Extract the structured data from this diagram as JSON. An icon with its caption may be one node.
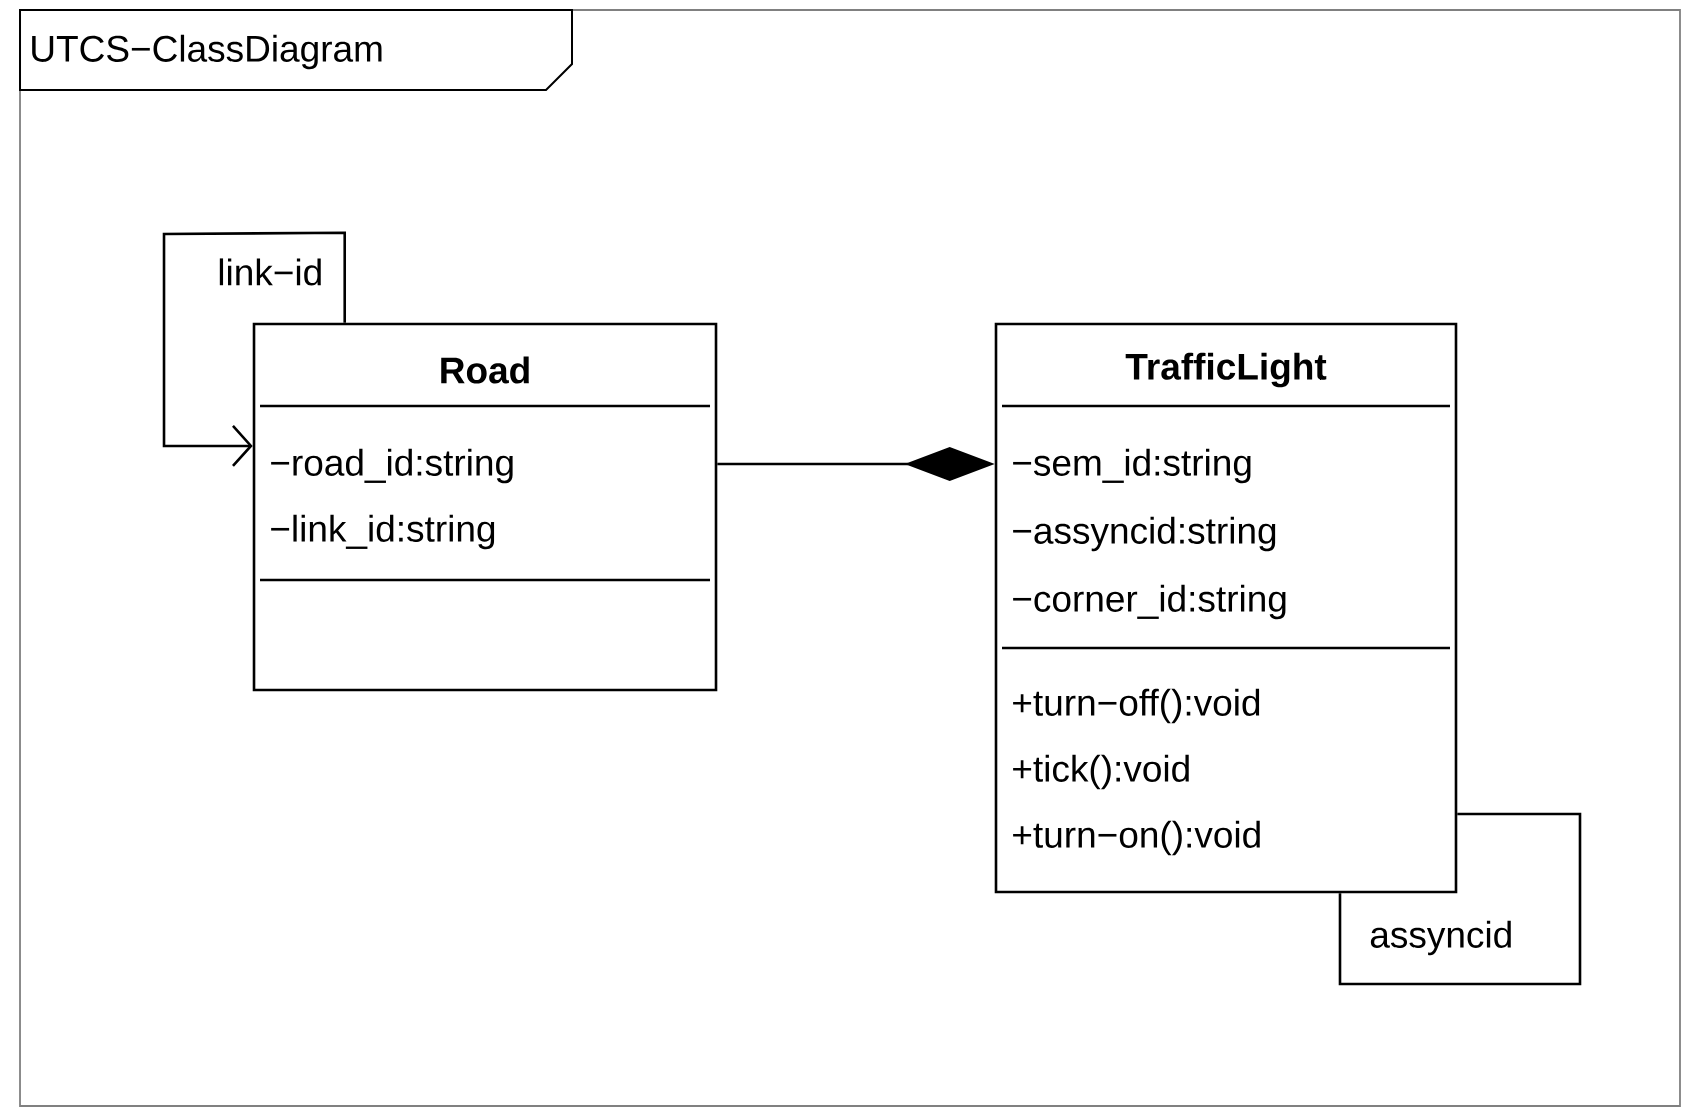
{
  "diagram": {
    "title": "UTCS−ClassDiagram",
    "nodes": [
      {
        "text": [
          "Road",
          "−road_id:string",
          "−link_id:string"
        ]
      },
      {
        "text": [
          "TrafficLight",
          "−sem_id:string",
          "−assyncid:string",
          "−corner_id:string",
          "+turn−off():void",
          "+tick():void",
          "+turn−on():void"
        ]
      }
    ],
    "edges": [
      {
        "from": 0,
        "to": 0,
        "arrow": "to",
        "label": "link−id"
      },
      {
        "from": 0,
        "to": 1,
        "arrow": "other"
      },
      {
        "from": 1,
        "to": 1,
        "arrow": "none",
        "label": "assyncid"
      }
    ]
  }
}
